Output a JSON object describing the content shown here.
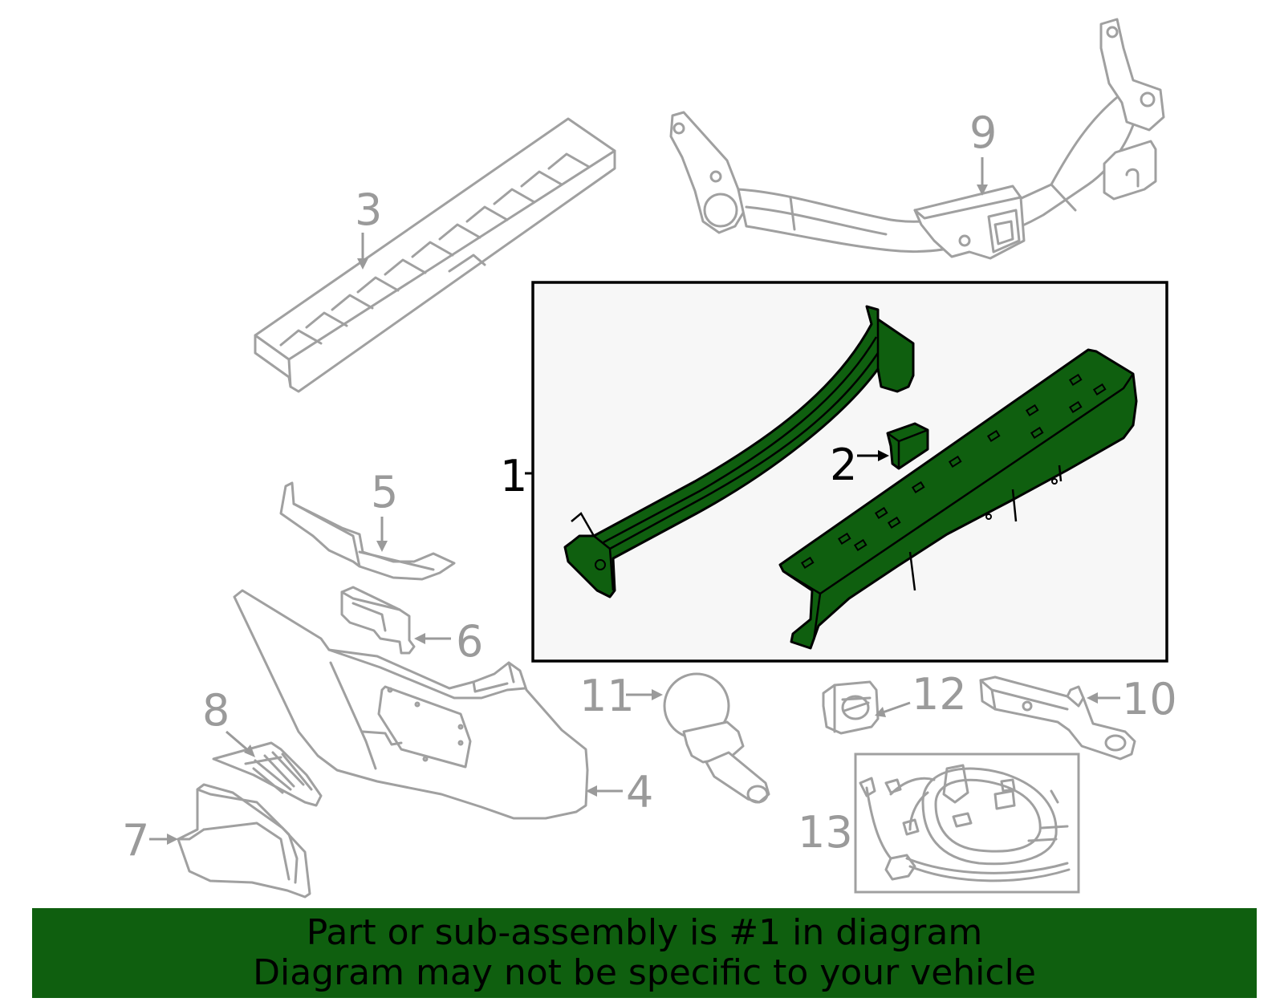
{
  "colors": {
    "highlight_green": "#0f5f0f",
    "banner_green": "#0f5f0f",
    "parts_gray": "#a0a0a0",
    "highlight_box_bg": "#f7f7f7",
    "text_dark": "#000000"
  },
  "callouts": {
    "c1": "1",
    "c2": "2",
    "c3": "3",
    "c4": "4",
    "c5": "5",
    "c6": "6",
    "c7": "7",
    "c8": "8",
    "c9": "9",
    "c10": "10",
    "c11": "11",
    "c12": "12",
    "c13": "13"
  },
  "banner": {
    "line1": "Part or sub-assembly is #1 in diagram",
    "line2": "Diagram may not be specific to your vehicle"
  }
}
